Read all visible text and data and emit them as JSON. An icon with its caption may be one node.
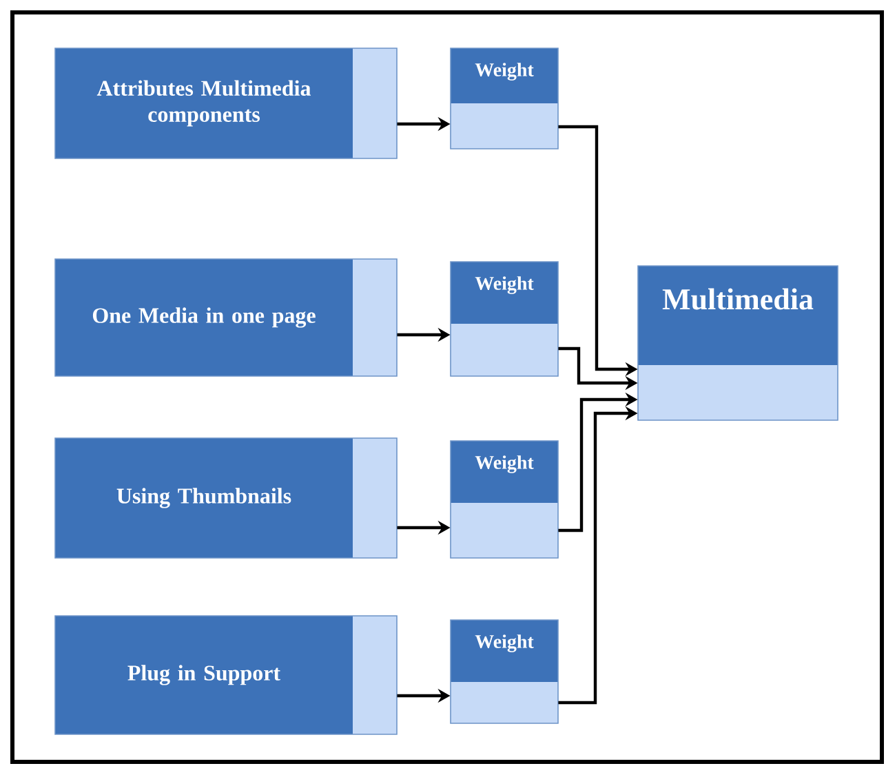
{
  "diagram": {
    "nodes": [
      {
        "text": [
          "Attributes Multimedia components"
        ]
      },
      {
        "text": [
          "One Media in one page"
        ]
      },
      {
        "text": [
          "Using Thumbnails"
        ]
      },
      {
        "text": [
          "Plug in Support"
        ]
      },
      {
        "text": [
          "Weight"
        ]
      },
      {
        "text": [
          "Weight"
        ]
      },
      {
        "text": [
          "Weight"
        ]
      },
      {
        "text": [
          "Weight"
        ]
      },
      {
        "text": [
          "Multimedia"
        ]
      }
    ],
    "edges": [
      {
        "from": 0,
        "to": 4,
        "arrow": "to"
      },
      {
        "from": 1,
        "to": 5,
        "arrow": "to"
      },
      {
        "from": 2,
        "to": 6,
        "arrow": "to"
      },
      {
        "from": 3,
        "to": 7,
        "arrow": "to"
      },
      {
        "from": 4,
        "to": 8,
        "arrow": "to"
      },
      {
        "from": 5,
        "to": 8,
        "arrow": "to"
      },
      {
        "from": 6,
        "to": 8,
        "arrow": "to"
      },
      {
        "from": 7,
        "to": 8,
        "arrow": "to"
      }
    ]
  }
}
